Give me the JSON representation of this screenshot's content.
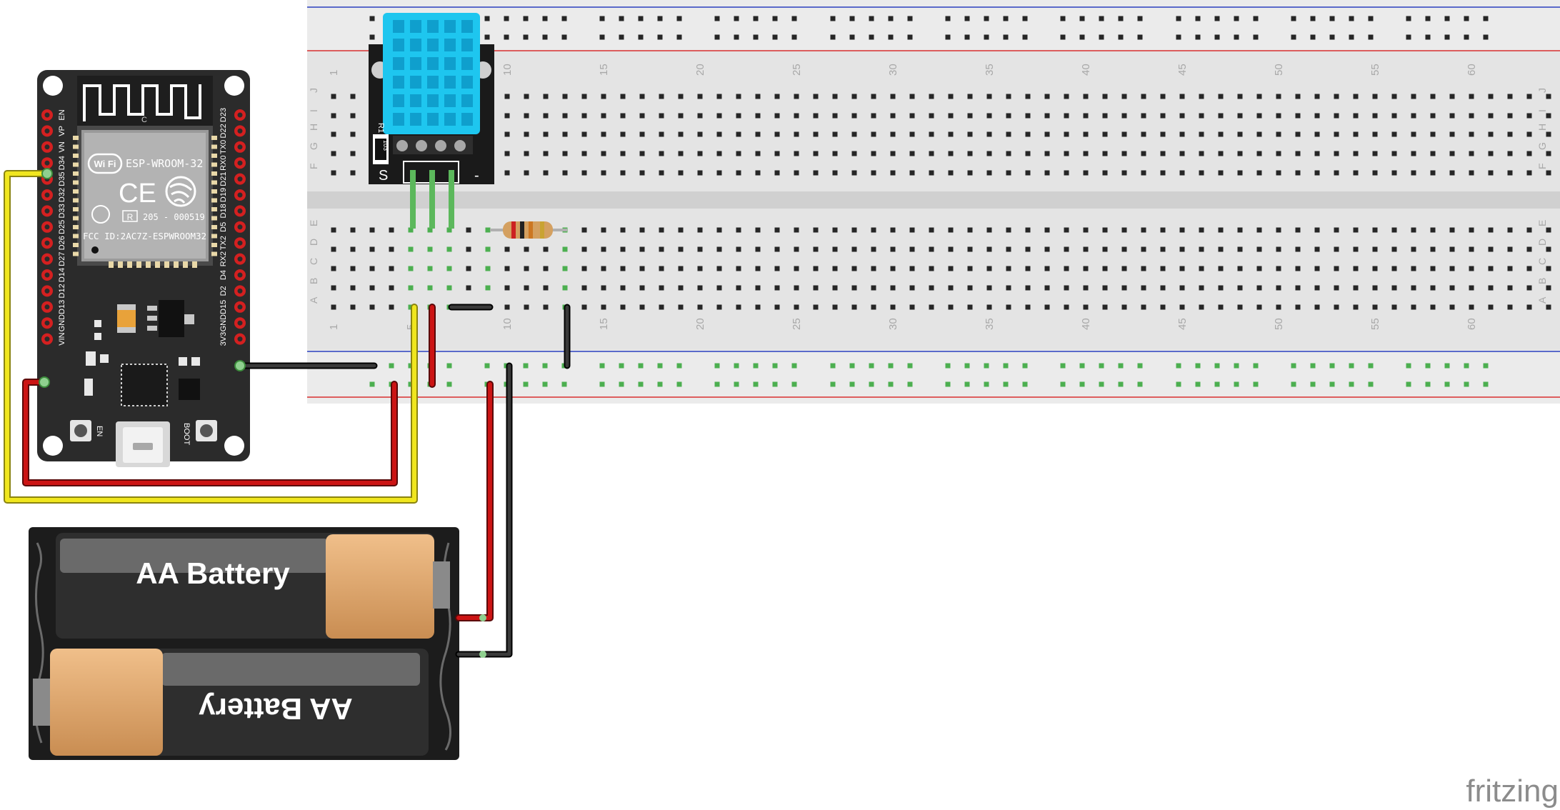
{
  "breadboard": {
    "column_numbers": [
      "1",
      "5",
      "10",
      "15",
      "20",
      "25",
      "30",
      "35",
      "40",
      "45",
      "50",
      "55",
      "60"
    ],
    "top_rows": [
      "J",
      "I",
      "H",
      "G",
      "F"
    ],
    "bottom_rows": [
      "E",
      "D",
      "C",
      "B",
      "A"
    ]
  },
  "esp32": {
    "module_label": "ESP-WROOM-32",
    "wifi_label": "Wi Fi",
    "ce_label": "CE",
    "cert_code": "205 - 000519",
    "r_label": "R",
    "fcc_label": "FCC ID:2AC7Z-ESPWROOM32",
    "antenna_label": "C",
    "left_pins": [
      "EN",
      "VP",
      "VN",
      "D34",
      "D35",
      "D32",
      "D33",
      "D25",
      "D26",
      "D27",
      "D14",
      "D12",
      "D13",
      "GND",
      "VIN"
    ],
    "right_pins": [
      "D23",
      "D22",
      "TX0",
      "RX0",
      "D21",
      "D19",
      "D18",
      "D5",
      "TX2",
      "RX2",
      "D4",
      "D2",
      "D15",
      "GND",
      "3V3"
    ],
    "button_en": "EN",
    "button_boot": "BOOT"
  },
  "sensor": {
    "pin_s": "S",
    "pin_minus": "-",
    "resistor_label": "R1",
    "resistor_value": "103"
  },
  "batteries": [
    {
      "label": "AA Battery"
    },
    {
      "label": "AA Battery"
    }
  ],
  "watermark": "fritzing",
  "colors": {
    "wire_yellow": "#f0e61e",
    "wire_red": "#cc1414",
    "wire_black": "#222222",
    "wire_green": "#5cb85c",
    "dht_blue": "#1ec6ef",
    "board_dark": "#2b2b2b",
    "rail_red": "#d93030",
    "rail_blue": "#2a3fbf"
  }
}
